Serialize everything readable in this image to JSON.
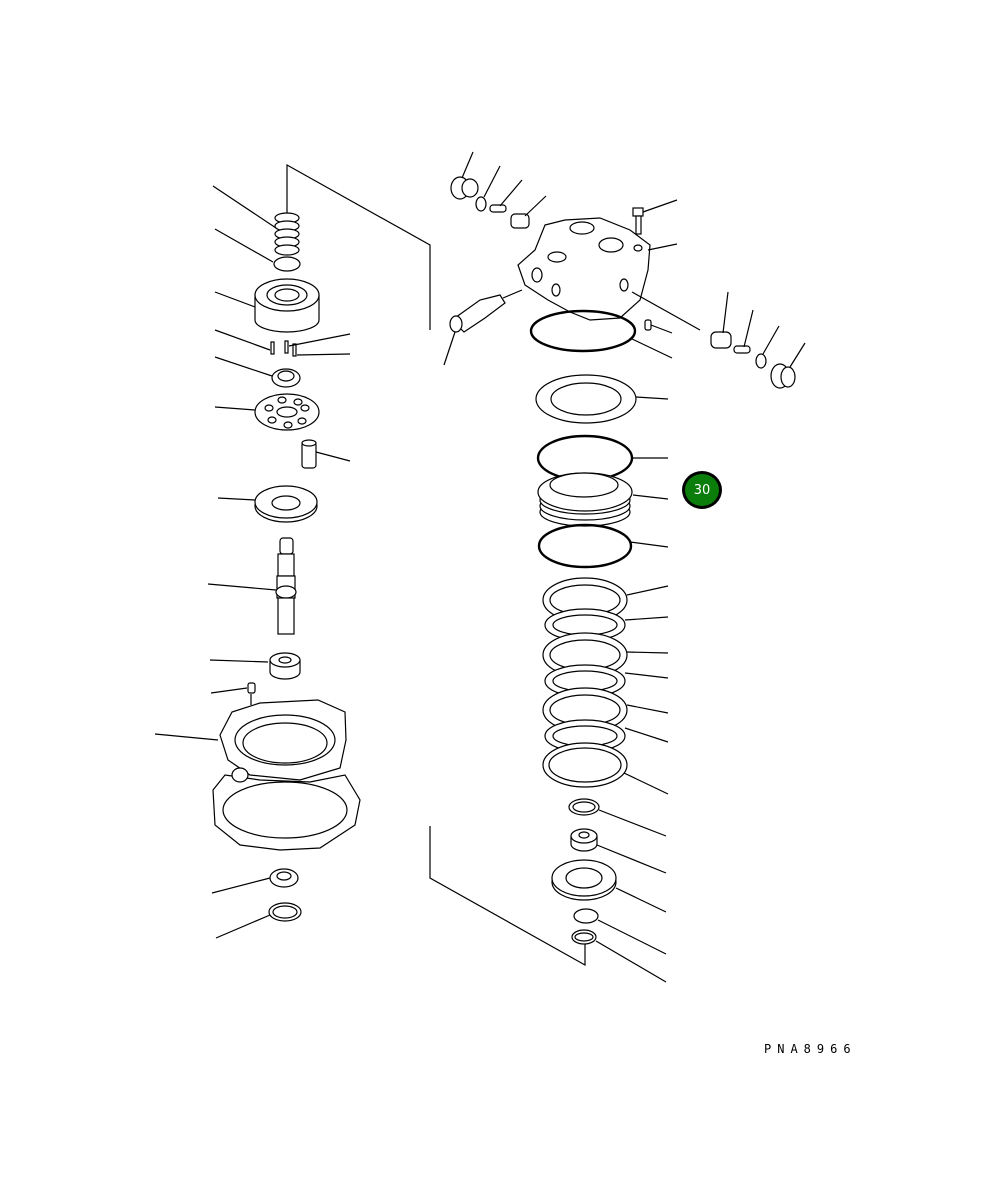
{
  "diagram": {
    "title": "Swing motor exploded parts diagram",
    "figure_code": "PNA8966",
    "highlight_callout": {
      "label": "30",
      "fill_color": "#0a7d0a",
      "border_color": "#000000",
      "text_color": "#ffffff"
    },
    "left_column_parts": [
      "spring",
      "ring",
      "cylinder-block",
      "pins",
      "spherical-bushing",
      "retainer-plate",
      "piston",
      "thrust-plate",
      "shaft",
      "bearing",
      "dowel-pin",
      "housing",
      "bearing-lower",
      "snap-ring"
    ],
    "top_cluster_parts": [
      "plug",
      "o-ring",
      "spring",
      "check-valve",
      "valve",
      "bolt",
      "valve-body",
      "pin"
    ],
    "right_cluster_parts": [
      "valve",
      "spring",
      "o-ring",
      "plug"
    ],
    "center_column_parts": [
      "o-ring",
      "valve-plate",
      "o-ring",
      "brake-piston",
      "o-ring",
      "friction-plate",
      "separator-plate",
      "friction-plate",
      "separator-plate",
      "friction-plate",
      "separator-plate",
      "plate",
      "o-ring",
      "bearing",
      "seal",
      "snap-ring",
      "ring"
    ]
  }
}
